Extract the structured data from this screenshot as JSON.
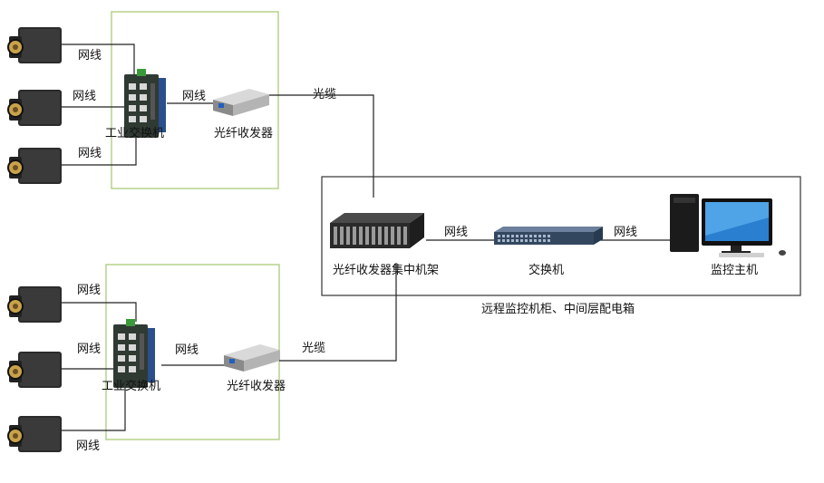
{
  "labels": {
    "network_cable": "网线",
    "fiber_cable": "光缆",
    "industrial_switch": "工业交换机",
    "fiber_transceiver": "光纤收发器",
    "transceiver_rack": "光纤收发器集中机架",
    "switch": "交换机",
    "monitoring_host": "监控主机",
    "cabinet_caption": "远程监控机柜、中间层配电箱"
  },
  "colors": {
    "group_border": "#b5d28c",
    "cabinet_border": "#333333",
    "line": "#222222"
  },
  "icons": {
    "camera": "camera-icon",
    "industrial_switch": "industrial-switch-icon",
    "transceiver": "fiber-transceiver-icon",
    "rack": "rack-chassis-icon",
    "switch": "network-switch-icon",
    "computer": "desktop-computer-icon"
  }
}
